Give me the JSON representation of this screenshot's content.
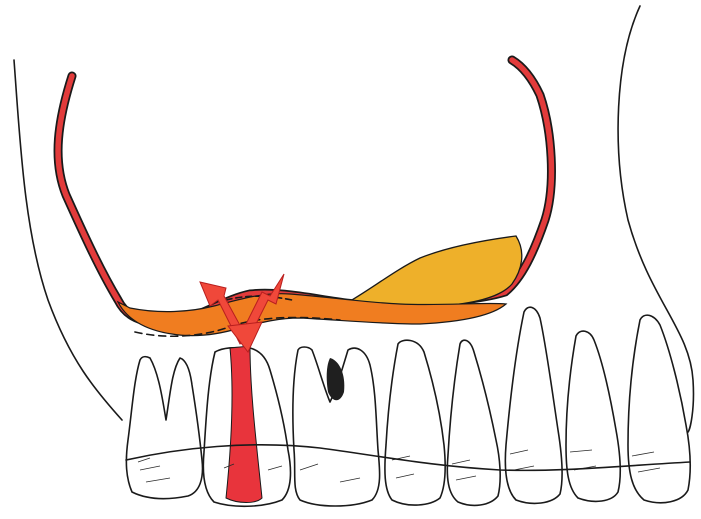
{
  "figure": {
    "description_visible_text": "",
    "colors": {
      "sinus_wall": "#e23b3b",
      "sinus_wall_dark": "#b81e1e",
      "mucosa_thickening": "#f07d20",
      "fluid_level": "#eeb02a",
      "canal_root": "#e8343c",
      "arrow": "#f0483a",
      "outline": "#1a1a1a"
    },
    "elements": [
      "maxillary-sinus-outline",
      "sinus-floor-membrane",
      "sinus-fluid",
      "root-canal-red",
      "perforation-arrows",
      "upper-teeth-row",
      "facial-contour"
    ]
  }
}
